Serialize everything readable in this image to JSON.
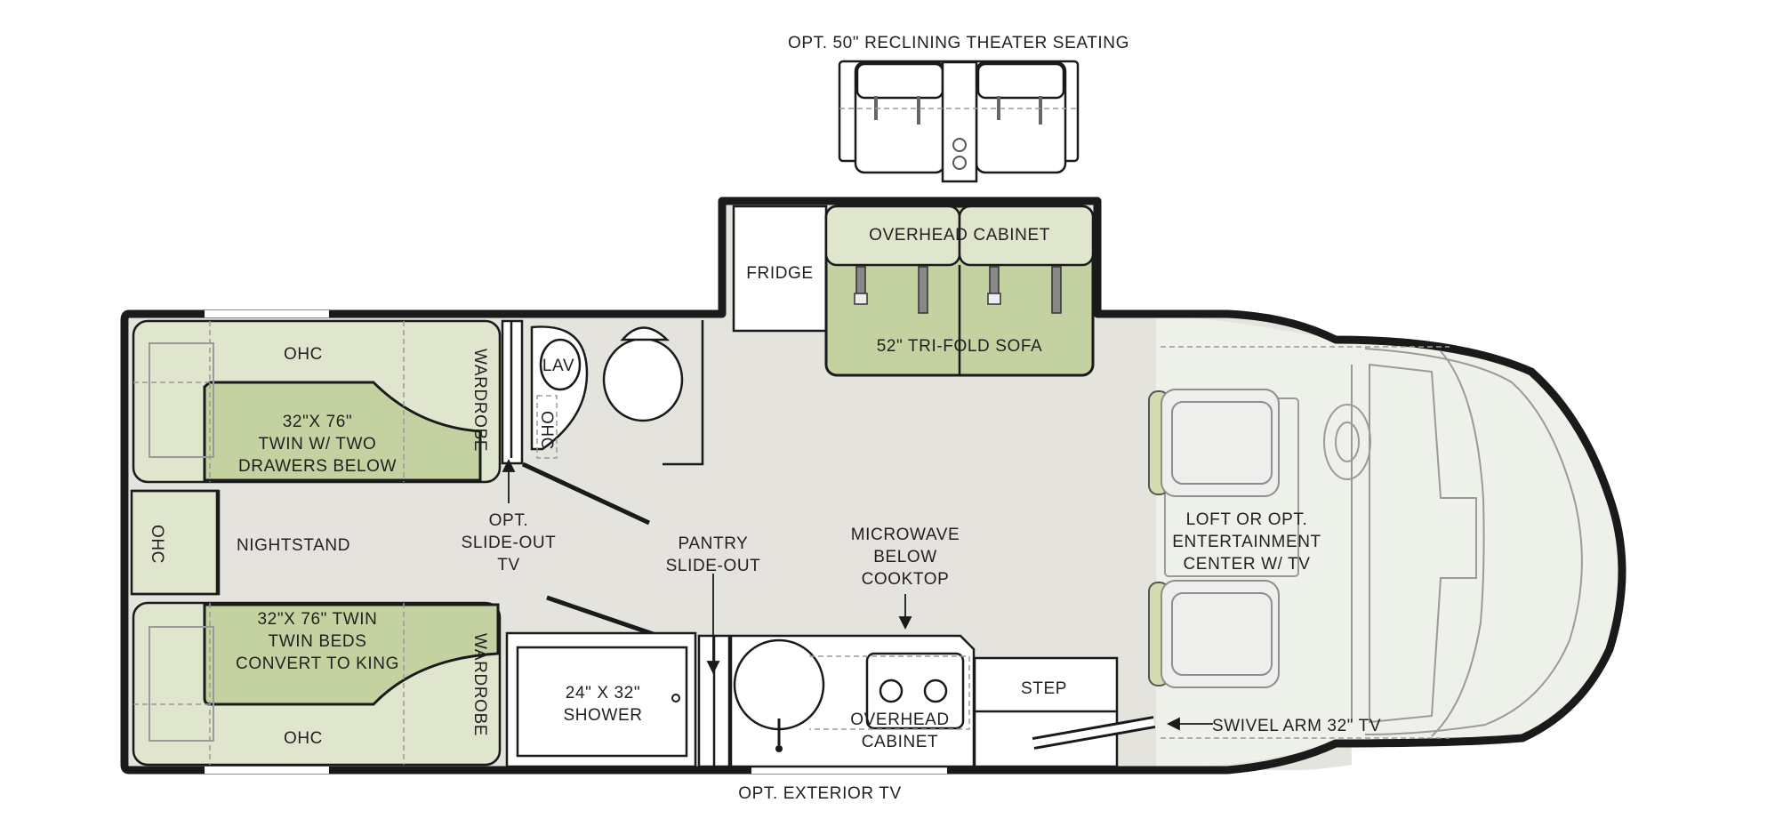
{
  "labels": {
    "theater": "OPT. 50\" RECLINING THEATER SEATING",
    "overhead_cabinet_top": "OVERHEAD CABINET",
    "fridge": "FRIDGE",
    "sofa": "52\" TRI-FOLD SOFA",
    "ohc_top": "OHC",
    "ohc_bottom": "OHC",
    "ohc_nightstand": "OHC",
    "ohc_bath": "OHC",
    "wardrobe_top": "WARDROBE",
    "wardrobe_bottom": "WARDROBE",
    "lav": "LAV",
    "twin_top": [
      "32\"X 76\"",
      "TWIN W/ TWO",
      "DRAWERS BELOW"
    ],
    "twin_bottom": [
      "32\"X 76\" TWIN",
      "TWIN BEDS",
      "CONVERT TO KING"
    ],
    "nightstand": "NIGHTSTAND",
    "slideout_tv": [
      "OPT.",
      "SLIDE-OUT",
      "TV"
    ],
    "pantry": [
      "PANTRY",
      "SLIDE-OUT"
    ],
    "microwave": [
      "MICROWAVE",
      "BELOW",
      "COOKTOP"
    ],
    "shower": [
      "24\" X 32\"",
      "SHOWER"
    ],
    "overhead_cabinet_bottom": [
      "OVERHEAD",
      "CABINET"
    ],
    "step": "STEP",
    "loft": [
      "LOFT OR OPT.",
      "ENTERTAINMENT",
      "CENTER W/ TV"
    ],
    "swivel_tv": "SWIVEL ARM 32\" TV",
    "exterior_tv": "OPT. EXTERIOR TV"
  }
}
